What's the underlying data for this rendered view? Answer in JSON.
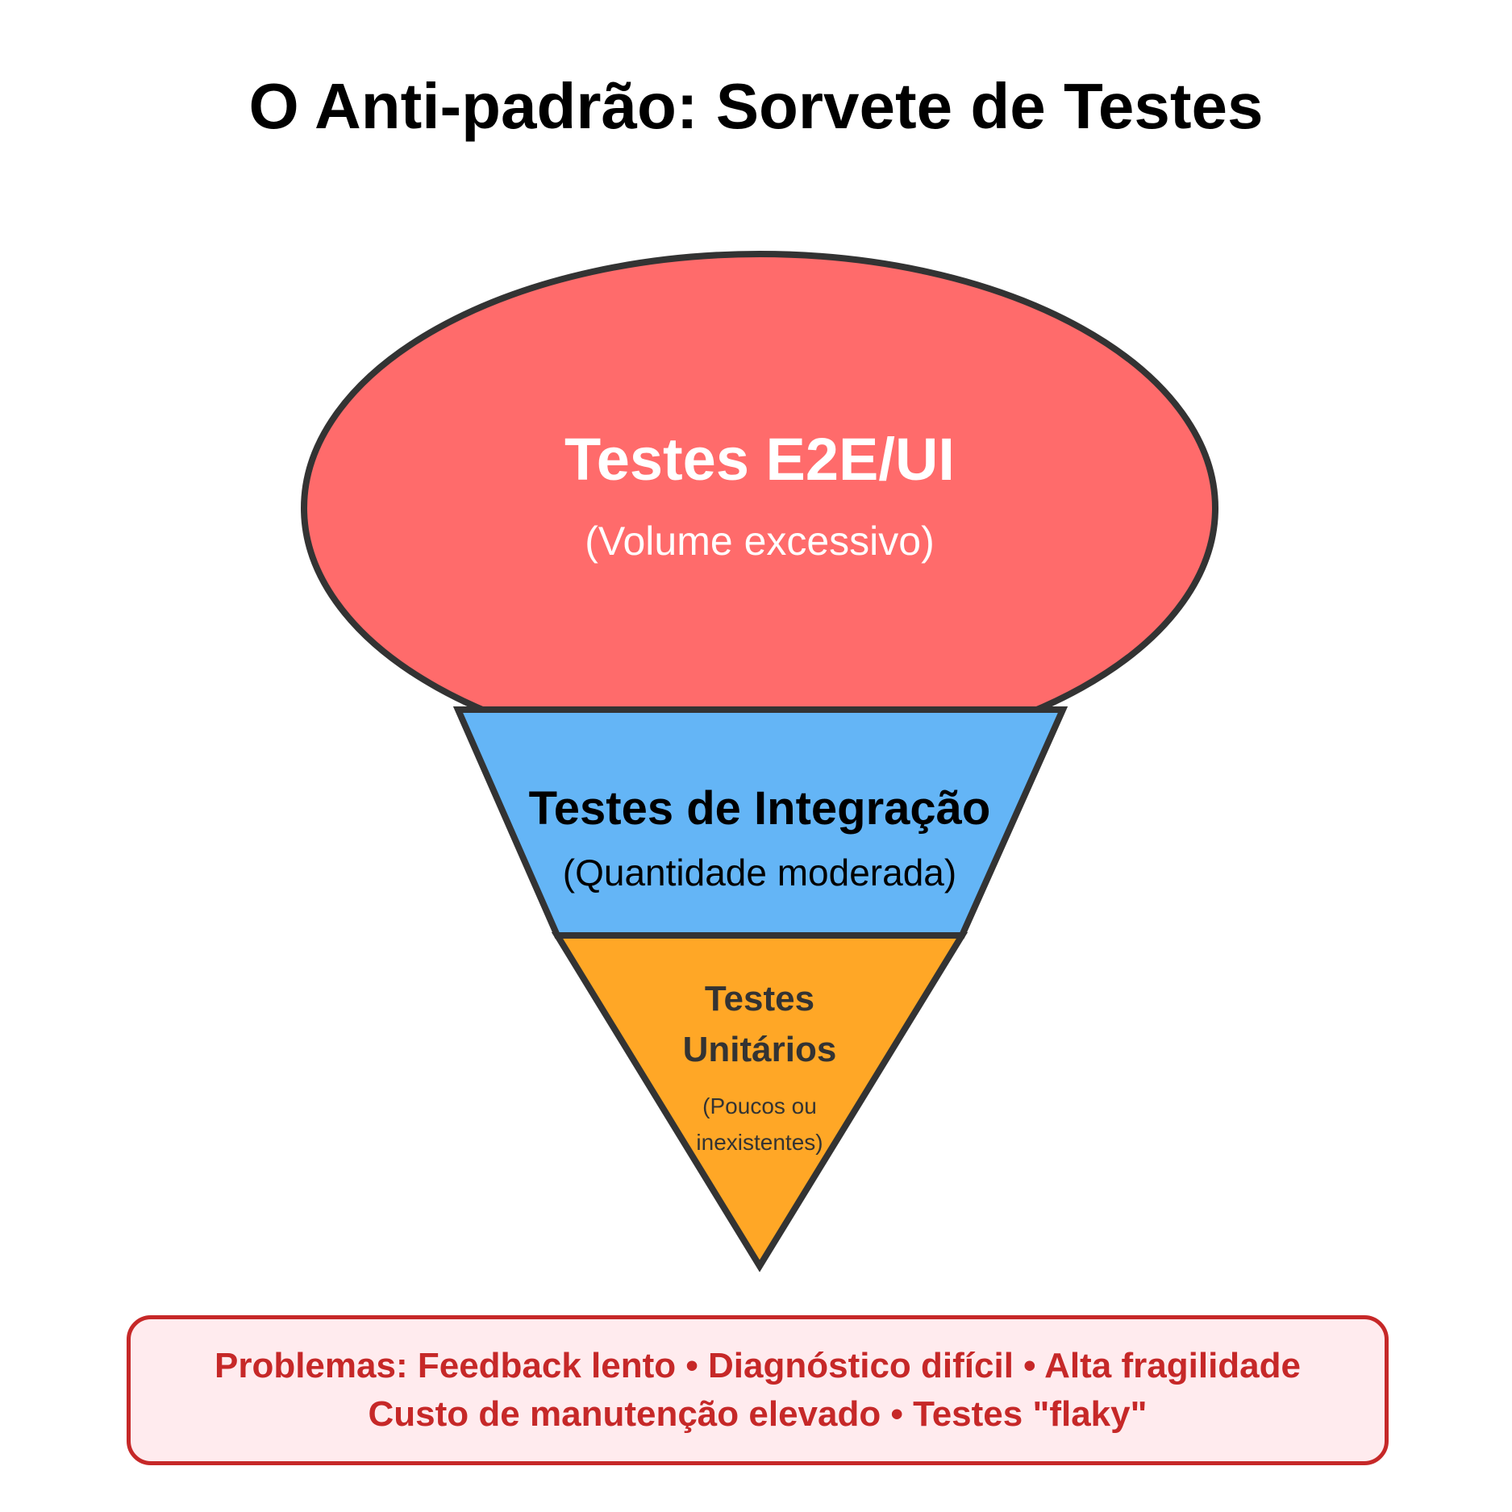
{
  "title": "O Anti-padrão: Sorvete de Testes",
  "colors": {
    "e2e_fill": "#ff6b6b",
    "integration_fill": "#64b5f6",
    "unit_fill": "#ffa726",
    "outline": "#333333",
    "problems_border": "#c62828",
    "problems_fill": "#ffebee"
  },
  "layers": {
    "e2e": {
      "label": "Testes E2E/UI",
      "note": "(Volume excessivo)"
    },
    "integration": {
      "label": "Testes de Integração",
      "note": "(Quantidade moderada)"
    },
    "unit": {
      "label_line1": "Testes",
      "label_line2": "Unitários",
      "note_line1": "(Poucos ou",
      "note_line2": "inexistentes)"
    }
  },
  "problems": {
    "line1": "Problemas: Feedback lento • Diagnóstico difícil • Alta fragilidade",
    "line2": "Custo de manutenção elevado • Testes \"flaky\""
  }
}
